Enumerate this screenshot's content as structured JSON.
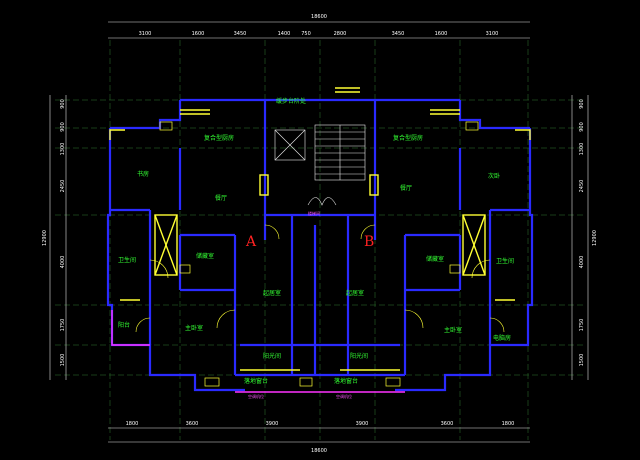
{
  "plan": {
    "overall_width_top": "18600",
    "overall_width_bottom": "18600",
    "overall_height_left": "12900",
    "overall_height_right": "12900",
    "top_dims": [
      "3100",
      "1600",
      "3450",
      "1400",
      "750",
      "2800",
      "3450",
      "1600",
      "3100"
    ],
    "bottom_dims": [
      "1800",
      "3600",
      "3900",
      "3900",
      "3600",
      "1800"
    ],
    "left_dims": [
      "900",
      "900",
      "1300",
      "2450",
      "4000",
      "1750",
      "1500"
    ],
    "right_dims": [
      "900",
      "900",
      "1300",
      "2450",
      "4000",
      "1750",
      "1500"
    ],
    "unit_labels": {
      "left": "A",
      "right": "B"
    }
  },
  "rooms": {
    "top_center": "缓步台阶处",
    "compound_kitchen_left": "复合型厨房",
    "compound_kitchen_right": "复合型厨房",
    "study": "书房",
    "bedroom2": "次卧",
    "dining_left": "餐厅",
    "dining_right": "餐厅",
    "stair_hall": "楼梯间",
    "bath_left": "卫生间",
    "bath_right": "卫生间",
    "storage_left": "储藏室",
    "storage_right": "储藏室",
    "living_left": "起居室",
    "living_right": "起居室",
    "balcony": "阳台",
    "master_left": "主卧室",
    "master_right": "主卧室",
    "elec_room": "电脑房",
    "sun_left": "阳光间",
    "sun_right": "阳光间",
    "bay_left": "落地窗台",
    "bay_right": "落地窗台",
    "note_left": "空调机位",
    "note_right": "空调机位"
  },
  "colors": {
    "wall": "#2a2aff",
    "window": "#ffff33",
    "text": "#33ff33",
    "dim": "#ffffff",
    "accent": "#ff2222",
    "magenta": "#ff33ff"
  }
}
